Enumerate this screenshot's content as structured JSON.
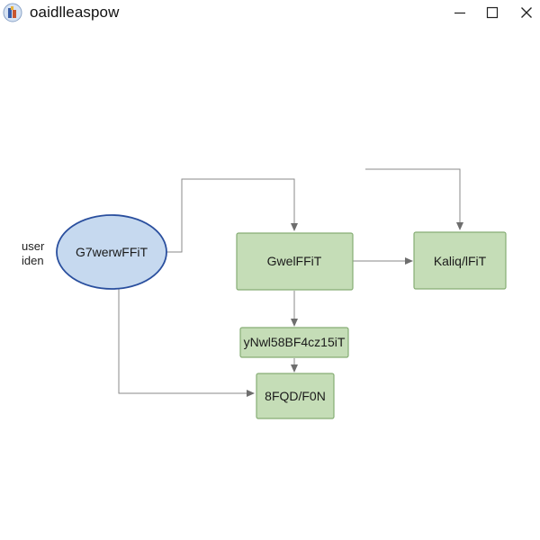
{
  "window": {
    "title": "oaidlleaspow",
    "app_icon": "app-icon",
    "controls": {
      "minimize_icon": "minimize-icon",
      "maximize_icon": "maximize-icon",
      "close_icon": "close-icon"
    }
  },
  "diagram": {
    "side_label_line1": "user",
    "side_label_line2": "iden",
    "nodes": {
      "start": "G7werwFFiT",
      "process_a": "GwelFFiT",
      "process_b": "Kaliq/lFiT",
      "process_c": "yNwl58BF4cz15iT",
      "end": "8FQD/F0N"
    },
    "colors": {
      "ellipse_fill": "#c6d9ef",
      "ellipse_stroke": "#2a4f9e",
      "box_fill": "#c5ddb7",
      "box_stroke": "#86ad74",
      "connector": "#8a8a8a"
    }
  }
}
